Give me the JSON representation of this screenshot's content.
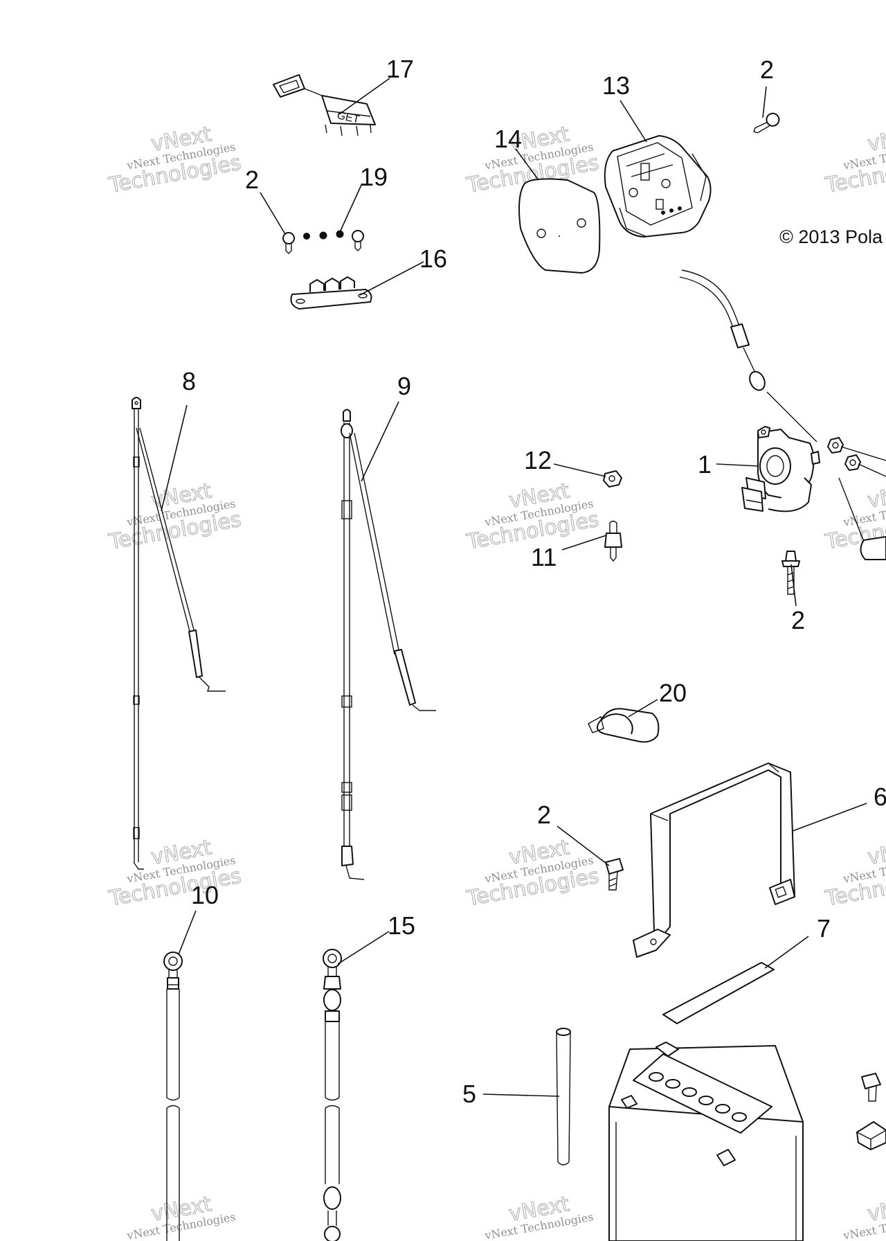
{
  "diagram": {
    "copyright": "© 2013 Pola",
    "watermark": {
      "line1": "vNext Technologies",
      "line2": "vNext",
      "line3": "Technologies"
    },
    "callouts": {
      "c17": "17",
      "c13": "13",
      "c2_top": "2",
      "c14": "14",
      "c2_left": "2",
      "c19": "19",
      "c16": "16",
      "c8": "8",
      "c9": "9",
      "c12": "12",
      "c1": "1",
      "c11": "11",
      "c2_mid": "2",
      "c20": "20",
      "c2_lower": "2",
      "c6": "6",
      "c10": "10",
      "c15": "15",
      "c7": "7",
      "c5": "5"
    }
  }
}
